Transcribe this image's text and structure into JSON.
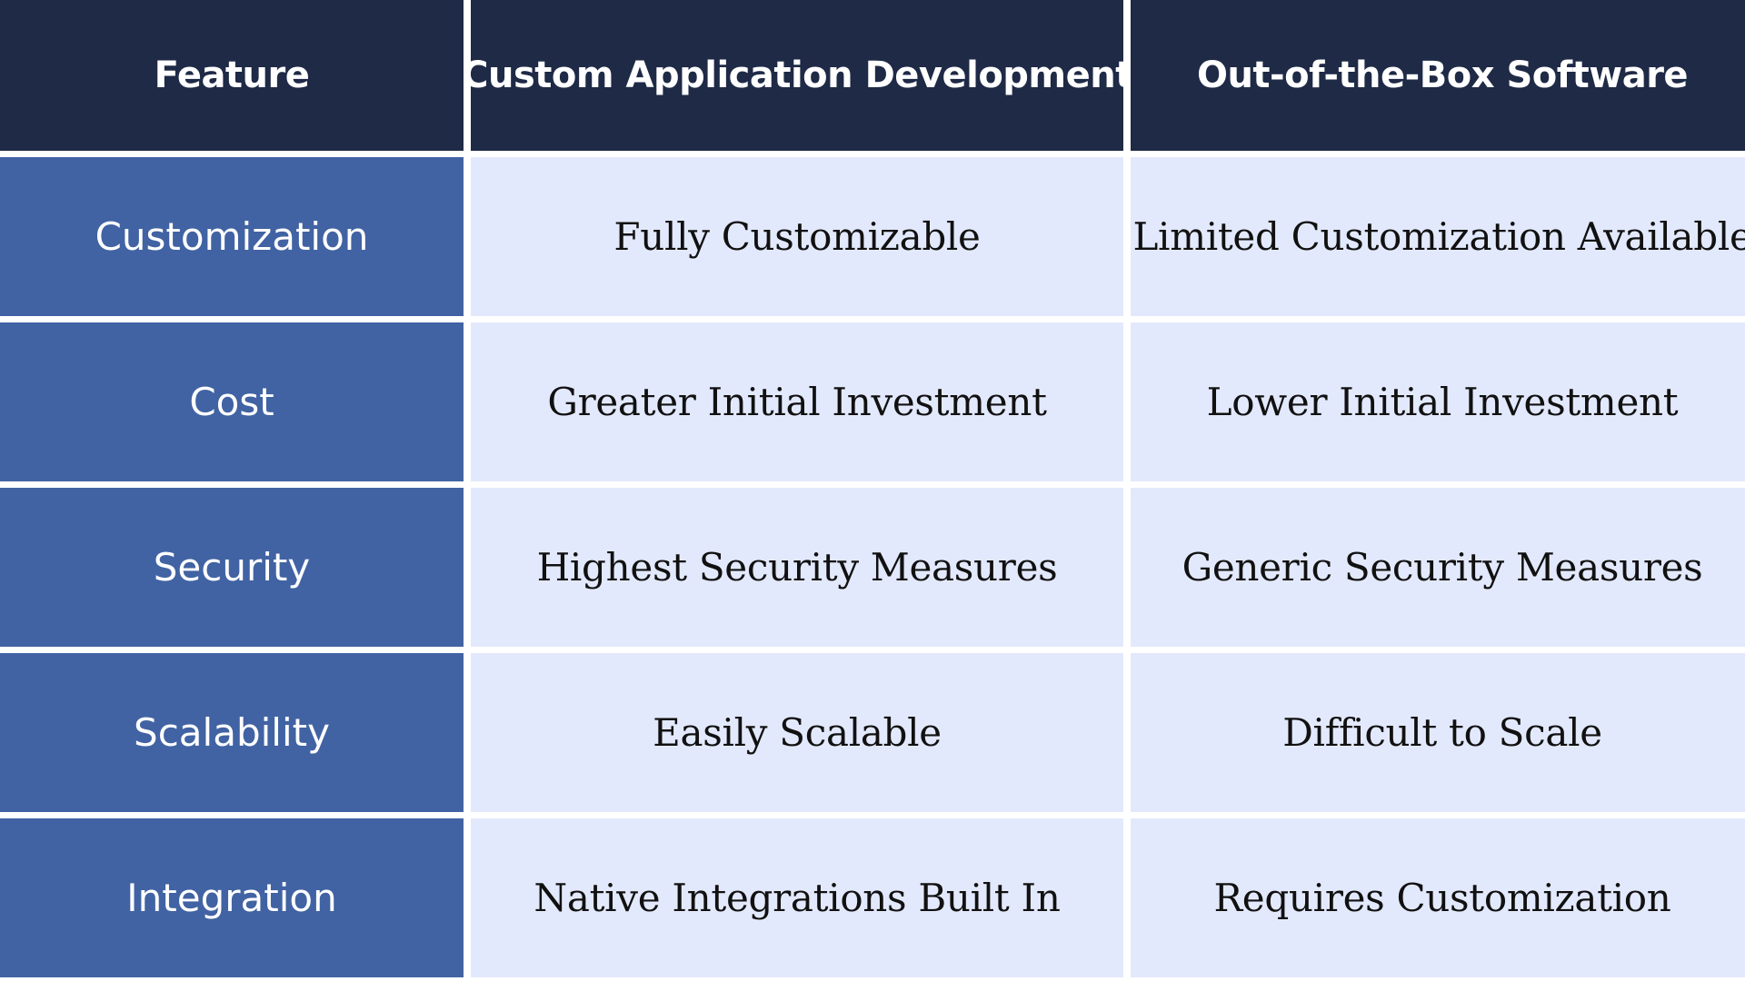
{
  "headers": [
    "Feature",
    "Custom Application Development",
    "Out-of-the-Box Software"
  ],
  "rows": [
    {
      "feature": "Customization",
      "custom": "Fully Customizable",
      "ootb": "Limited Customization Available"
    },
    {
      "feature": "Cost",
      "custom": "Greater Initial Investment",
      "ootb": "Lower Initial Investment"
    },
    {
      "feature": "Security",
      "custom": "Highest Security Measures",
      "ootb": "Generic Security Measures"
    },
    {
      "feature": "Scalability",
      "custom": "Easily Scalable",
      "ootb": "Difficult to Scale"
    },
    {
      "feature": "Integration",
      "custom": "Native Integrations Built In",
      "ootb": "Requires Customization"
    }
  ],
  "colors": {
    "header_bg": "#1e2a46",
    "feature_bg": "#4163a3",
    "value_bg": "#e3e9fc",
    "grid_lines": "#ffffff"
  }
}
